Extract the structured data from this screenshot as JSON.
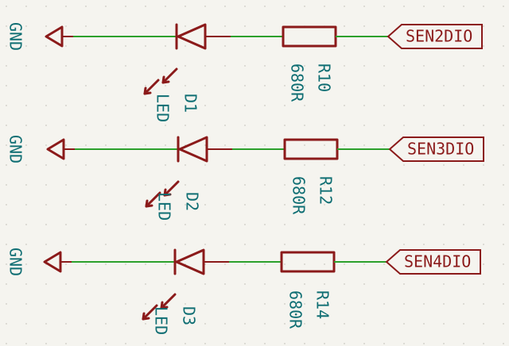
{
  "colors": {
    "background": "#f5f4ef",
    "wire": "#2ca02c",
    "symbol": "#8b1a1a",
    "text": "#0f6e73"
  },
  "circuits": [
    {
      "gnd_label": "GND",
      "diode_ref": "D1",
      "diode_value": "LED",
      "resistor_ref": "R10",
      "resistor_value": "680R",
      "net_label": "SEN2DIO"
    },
    {
      "gnd_label": "GND",
      "diode_ref": "D2",
      "diode_value": "LED",
      "resistor_ref": "R12",
      "resistor_value": "680R",
      "net_label": "SEN3DIO"
    },
    {
      "gnd_label": "GND",
      "diode_ref": "D3",
      "diode_value": "LED",
      "resistor_ref": "R14",
      "resistor_value": "680R",
      "net_label": "SEN4DIO"
    }
  ]
}
